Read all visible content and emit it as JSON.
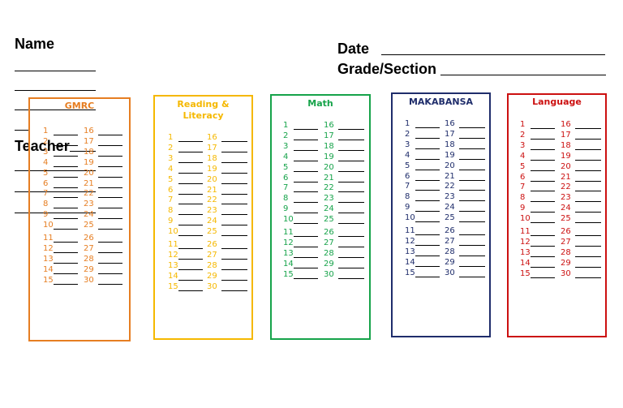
{
  "header": {
    "name_label": "Name",
    "date_label": "Date",
    "grade_label": "Grade/Section",
    "teacher_label": "Teacher"
  },
  "subjects": [
    {
      "title": "GMRC",
      "color": "#E67E22"
    },
    {
      "title": "Reading & Literacy",
      "color": "#F5B800"
    },
    {
      "title": "Math",
      "color": "#16A34A"
    },
    {
      "title": "MAKABANSA",
      "color": "#1F2D6B"
    },
    {
      "title": "Language",
      "color": "#CC1010"
    }
  ],
  "numbers_left": [
    "1",
    "2",
    "3",
    "4",
    "5",
    "6",
    "7",
    "8",
    "9",
    "10",
    "11",
    "12",
    "13",
    "14",
    "15"
  ],
  "numbers_right": [
    "16",
    "17",
    "18",
    "19",
    "20",
    "21",
    "22",
    "23",
    "24",
    "25",
    "26",
    "27",
    "28",
    "29",
    "30"
  ]
}
